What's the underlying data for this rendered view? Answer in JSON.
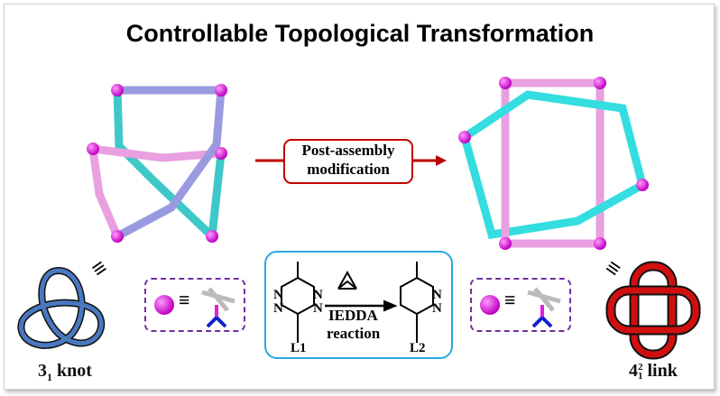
{
  "title": "Controllable Topological Transformation",
  "arrow_box": {
    "line1": "Post-assembly",
    "line2": "modification"
  },
  "left_label": {
    "main": "3",
    "sub": "1",
    "rest": " knot"
  },
  "right_label": {
    "main": "4",
    "sup": "2",
    "sub": "1",
    "rest": " link"
  },
  "equiv_symbol": "≡",
  "reaction": {
    "name": "IEDDA",
    "word": "reaction",
    "reactant": "L1",
    "product": "L2",
    "atom": "N"
  },
  "colors": {
    "magenta": "#e020e0",
    "cyan": "#33dde0",
    "pink": "#e8a0e0",
    "lavender": "#9a9ae0",
    "red": "#c00000",
    "blue_border": "#29a8e0",
    "purple_dash": "#7030a0"
  }
}
